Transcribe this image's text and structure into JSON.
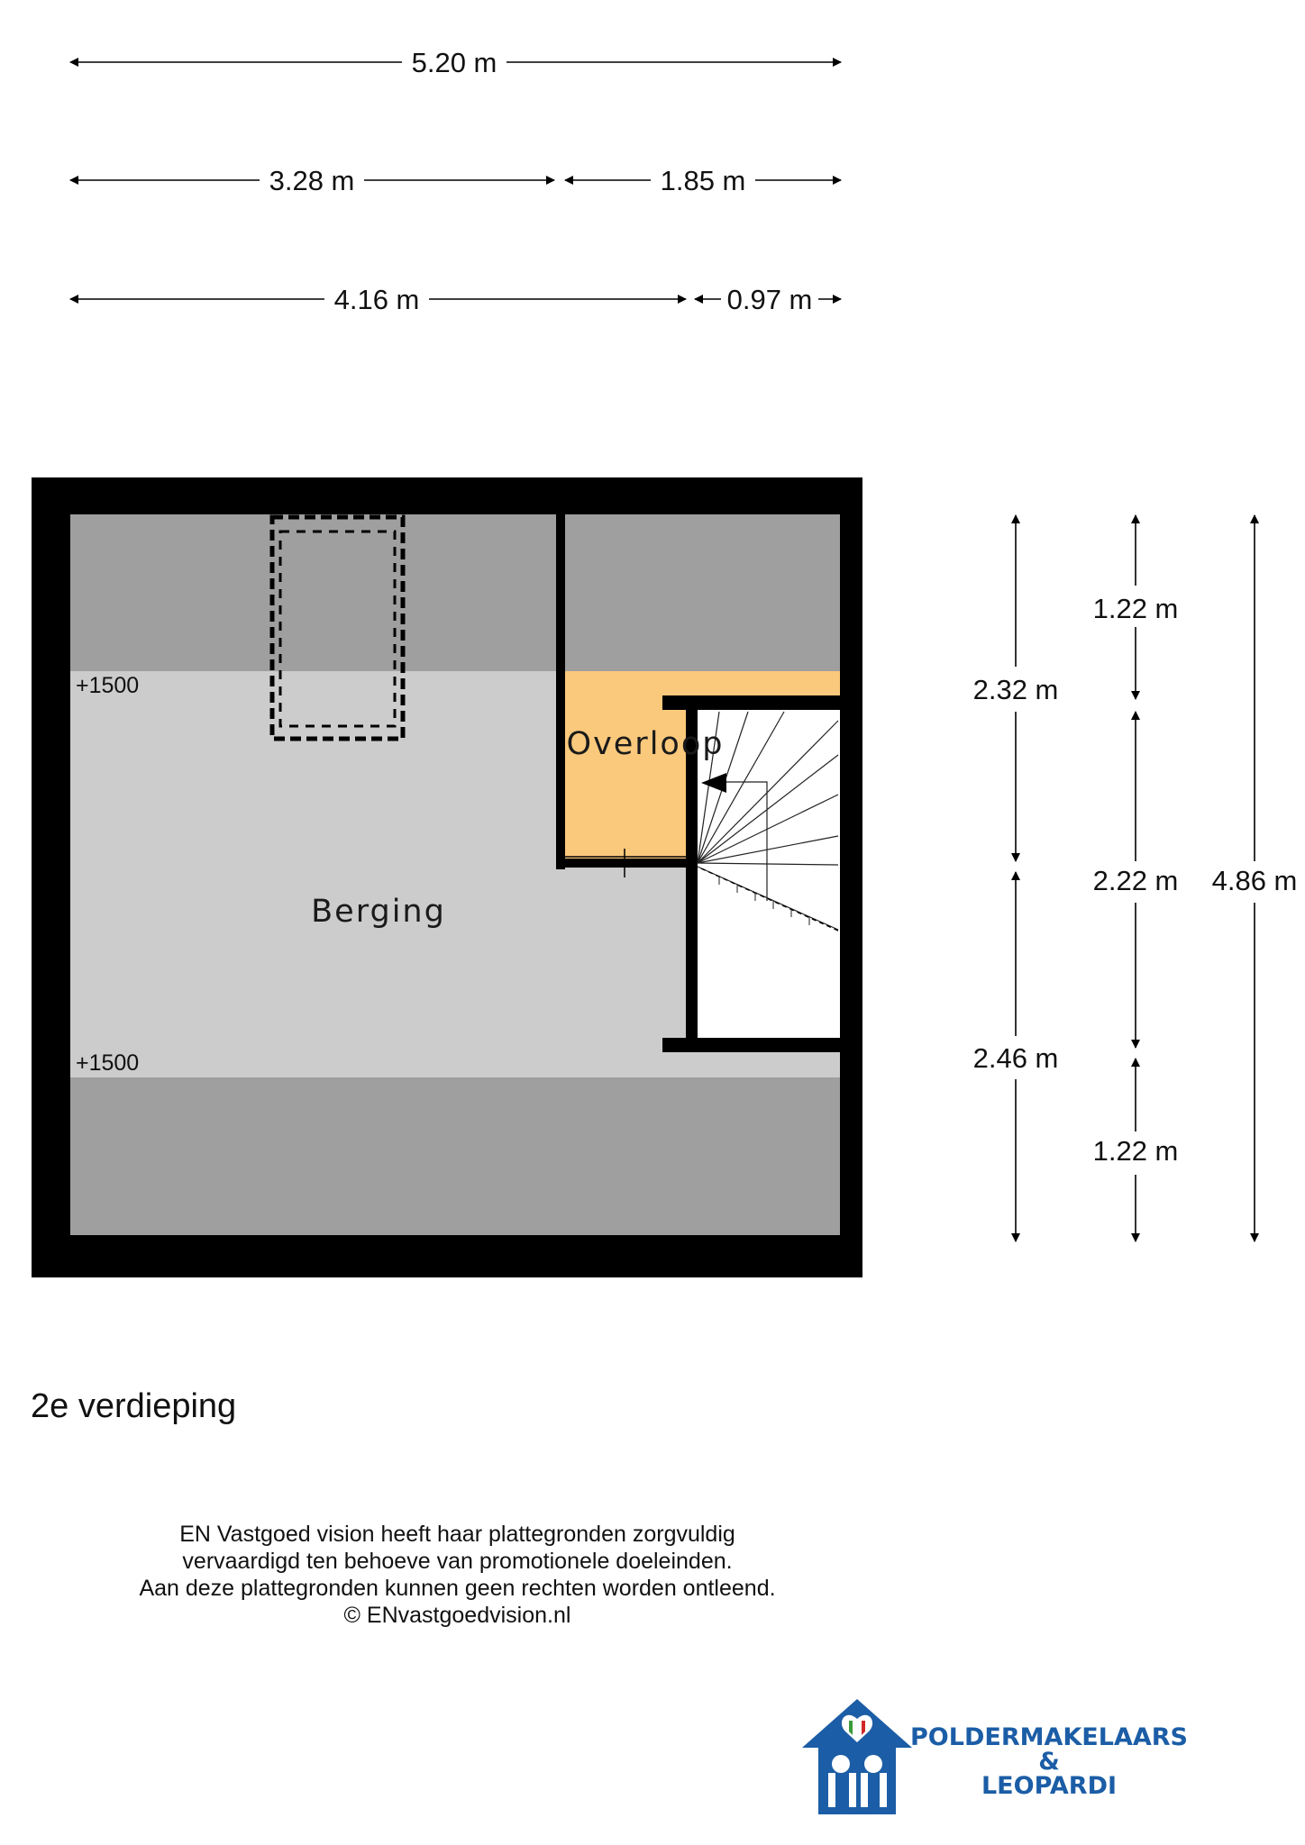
{
  "dimensions": {
    "top": {
      "total_width": "5.20 m",
      "row2_left": "3.28 m",
      "row2_right": "1.85 m",
      "row3_left": "4.16 m",
      "row3_right": "0.97 m"
    },
    "side": {
      "col1_top": "2.32 m",
      "col1_bottom": "2.46 m",
      "col2_top": "1.22 m",
      "col2_middle": "2.22 m",
      "col2_bottom": "1.22 m",
      "col3_total": "4.86 m"
    }
  },
  "rooms": {
    "berging": "Berging",
    "overloop": "Overloop"
  },
  "levels": {
    "upper": "+1500",
    "lower": "+1500"
  },
  "floor_title": "2e verdieping",
  "disclaimer": [
    "EN Vastgoed vision heeft haar plattegronden zorgvuldig",
    "vervaardigd ten behoeve van promotionele doeleinden.",
    "Aan deze plattegronden kunnen geen rechten worden ontleend.",
    "© ENvastgoedvision.nl"
  ],
  "logo": {
    "line1": "POLDERMAKELAARS",
    "line2": "&",
    "line3": "LEOPARDI"
  },
  "colors": {
    "wall": "#000000",
    "low_ceiling_zone": "#9f9f9f",
    "room_floor": "#cccccc",
    "overloop": "#fbc97c",
    "logo_blue": "#1b5da6"
  }
}
